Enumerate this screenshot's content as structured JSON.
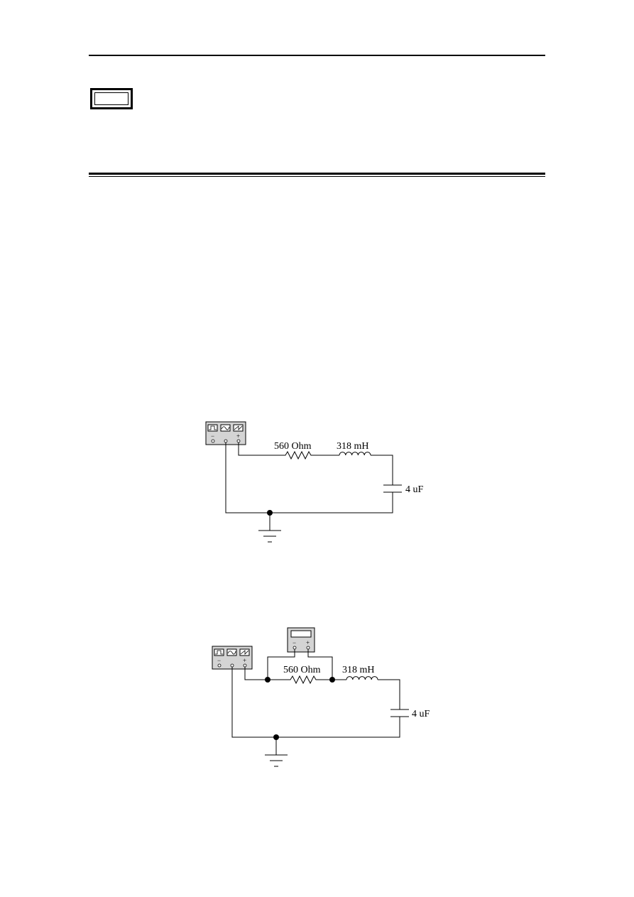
{
  "header": {
    "boxed_label": ""
  },
  "circuit1": {
    "resistor_label": "560 Ohm",
    "inductor_label": "318 mH",
    "capacitor_label": "4 uF",
    "source_minus": "−",
    "source_plus": "+"
  },
  "circuit2": {
    "resistor_label": "560 Ohm",
    "inductor_label": "318 mH",
    "capacitor_label": "4 uF",
    "source_minus": "−",
    "source_plus": "+",
    "meter_minus": "−",
    "meter_plus": "+"
  }
}
